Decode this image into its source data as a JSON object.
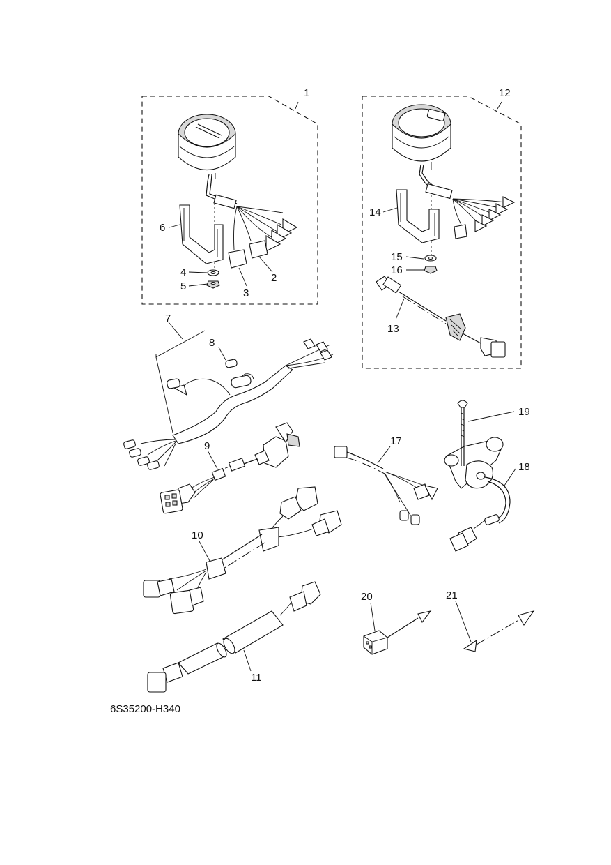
{
  "diagram": {
    "code": "6S35200-H340",
    "callouts": [
      "1",
      "2",
      "3",
      "4",
      "5",
      "6",
      "7",
      "8",
      "9",
      "10",
      "11",
      "12",
      "13",
      "14",
      "15",
      "16",
      "17",
      "18",
      "19",
      "20",
      "21"
    ]
  }
}
